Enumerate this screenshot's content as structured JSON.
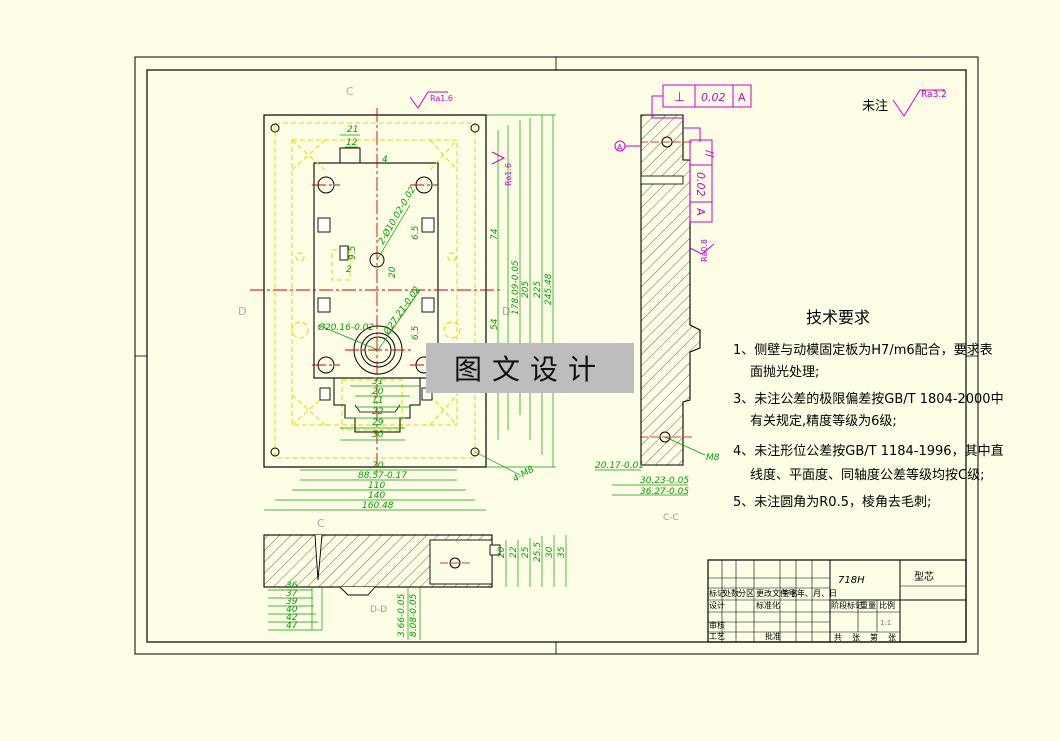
{
  "colors": {
    "outline": "#000000",
    "hidden": "#e6d800",
    "dimension": "#00a000",
    "surface": "#cc00cc",
    "center": "#d40000",
    "watermark_bg": "#bdbdbd"
  },
  "views": {
    "main_section_c": "C",
    "main_section_d": "D",
    "bottom_view": "D-D",
    "side_view": "C-C",
    "marker_a": "A"
  },
  "roughness": {
    "global_label": "未注",
    "global_value": "Ra3.2",
    "top": "Ra1.6",
    "right": "Ra1.6",
    "side": "Ra0.8"
  },
  "tolerance_frames": [
    {
      "symbol": "⊥",
      "value": "0.02",
      "datum": "A"
    },
    {
      "symbol": "//",
      "value": "0.02",
      "datum": "A"
    }
  ],
  "dims": {
    "d21": "21",
    "d12": "12",
    "d4": "4",
    "d10": "2-Ø10.02-0.02",
    "d9_5": "9.5",
    "d2": "2",
    "d20v": "20",
    "d65a": "6.5",
    "d65b": "6.5",
    "d27": "Ø27.21-0.02",
    "d20_16": "Ø20.16-0.02",
    "d31": "31",
    "d20": "20",
    "d11": "11",
    "d22": "22",
    "d29": "29",
    "d30": "30",
    "d70": "70",
    "d88": "88.57-0.17",
    "d110": "110",
    "d140": "140",
    "d160": "160.48",
    "d4m8": "4-M8",
    "d74": "74",
    "d54": "54",
    "d178": "178.09-0.05",
    "d205": "205",
    "d225": "225",
    "d245": "245.48",
    "b36": "36",
    "b37": "37",
    "b39": "39",
    "b40": "40",
    "b42": "42",
    "b47": "47",
    "b366": "3.66-0.05",
    "b808": "8.08-0.05",
    "b20": "20",
    "b22": "22",
    "b25": "25",
    "b255": "25.5",
    "b30": "30",
    "b35": "35",
    "s2017": "20.17-0.01",
    "s3023": "30.23-0.05",
    "s3627": "36.27-0.05",
    "sM8": "M8"
  },
  "tech": {
    "title": "技术要求",
    "items": [
      "1、侧壁与动模固定板为H7/m6配合，要求表",
      "面抛光处理;",
      "3、未注公差的极限偏差按GB/T 1804-2000中",
      "有关规定,精度等级为6级;",
      "4、未注形位公差按GB/T 1184-1996，其中直",
      "线度、平面度、同轴度公差等级均按C级;",
      "5、未注圆角为R0.5，棱角去毛刺;"
    ]
  },
  "title_block": {
    "material": "718H",
    "part_name": "型芯",
    "scale": "1:1",
    "row1": [
      "标记",
      "处数",
      "分区",
      "更改文件号",
      "签名",
      "年、月、日"
    ],
    "design": "设计",
    "standard": "标准化",
    "stage_mark": "阶段标记",
    "weight": "重量",
    "scale_label": "比例",
    "review": "审核",
    "process": "工艺",
    "approve": "批准",
    "sheets": [
      "共",
      "张",
      "第",
      "张"
    ]
  },
  "watermark": "图文设计"
}
